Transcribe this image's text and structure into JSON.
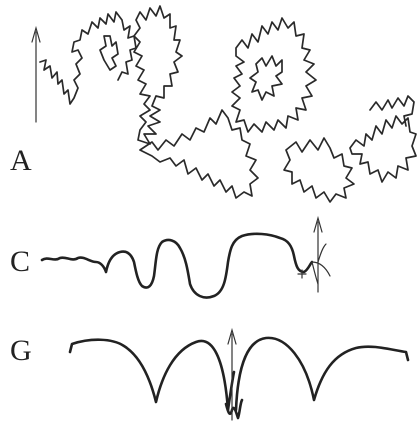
{
  "panels": {
    "a": {
      "label": "A"
    },
    "c": {
      "label": "C"
    },
    "g": {
      "label": "G"
    }
  },
  "colors": {
    "ink": "#2a2a2a",
    "background": "#ffffff"
  }
}
